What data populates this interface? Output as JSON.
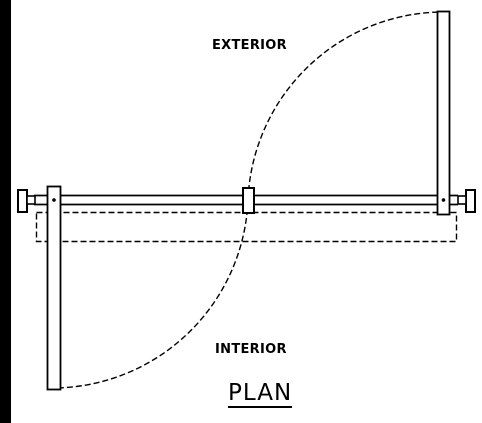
{
  "labels": {
    "exterior": "EXTERIOR",
    "interior": "INTERIOR",
    "title": "PLAN"
  },
  "colors": {
    "ink": "#000000",
    "background": "#ffffff"
  }
}
